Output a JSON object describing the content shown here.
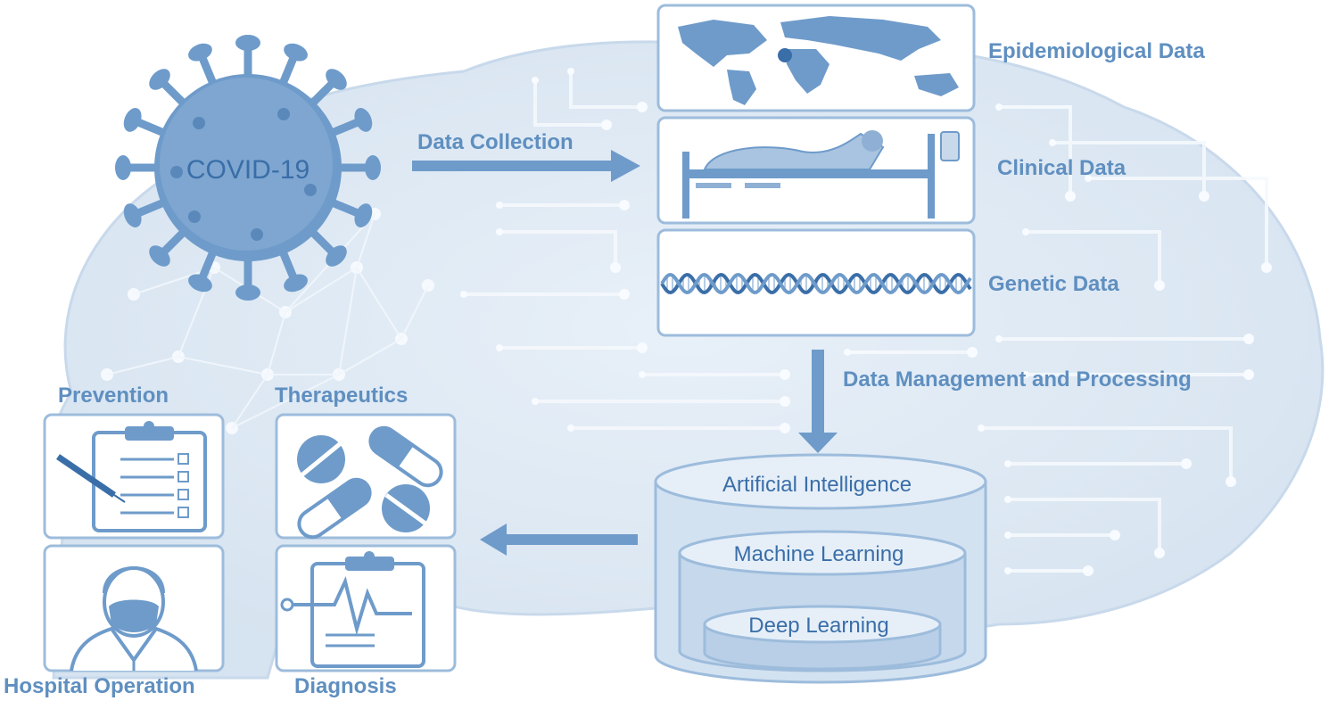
{
  "virus_label": "COVID-19",
  "arrows": {
    "collection": "Data Collection",
    "processing": "Data Management and Processing"
  },
  "data_sources": [
    {
      "label": "Epidemiological Data",
      "icon": "world-map-icon"
    },
    {
      "label": "Clinical Data",
      "icon": "hospital-bed-icon"
    },
    {
      "label": "Genetic Data",
      "icon": "dna-helix-icon"
    }
  ],
  "ai_layers": {
    "outer": "Artificial Intelligence",
    "middle": "Machine Learning",
    "inner": "Deep Learning"
  },
  "applications": [
    {
      "label": "Prevention",
      "icon": "clipboard-syringe-icon"
    },
    {
      "label": "Therapeutics",
      "icon": "pills-icon"
    },
    {
      "label": "Hospital Operation",
      "icon": "doctor-mask-icon"
    },
    {
      "label": "Diagnosis",
      "icon": "clipboard-ecg-icon"
    }
  ],
  "colors": {
    "primary": "#6e9bca",
    "dark": "#3a6ea8",
    "light": "#dbe7f3",
    "background": "#ffffff"
  }
}
